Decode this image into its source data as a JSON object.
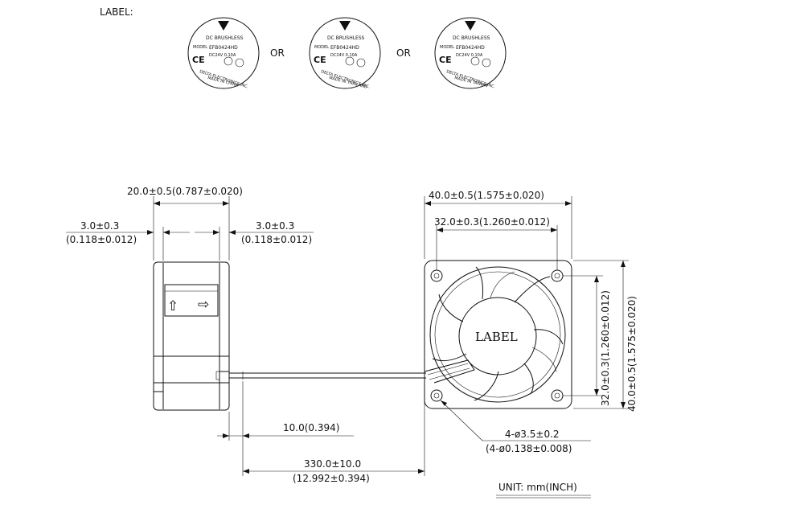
{
  "header": {
    "label_title": "LABEL:"
  },
  "labels": {
    "or_text": "OR",
    "variants": [
      {
        "line1": "DC BRUSHLESS",
        "model_tag": "MODEL",
        "model": "EFB0424HD",
        "rating": "DC24V  0.10A",
        "maker1": "DELTA ELECTRONICS,INC.",
        "maker2": "MADE IN CHINA"
      },
      {
        "line1": "DC BRUSHLESS",
        "model_tag": "MODEL",
        "model": "EFB0424HD",
        "rating": "DC24V  0.10A",
        "maker1": "DELTA ELECTRONICS,INC.",
        "maker2": "MADE IN THAILAND"
      },
      {
        "line1": "DC BRUSHLESS",
        "model_tag": "MODEL",
        "model": "EFB0424HD",
        "rating": "DC24V  0.10A",
        "maker1": "DELTA ELECTRONICS,INC.",
        "maker2": "MADE IN TAIWAN"
      }
    ]
  },
  "side_view": {
    "width_mm": "20.0±0.5(0.787±0.020)",
    "left_flange": {
      "mm": "3.0±0.3",
      "inch": "(0.118±0.012)"
    },
    "right_flange": {
      "mm": "3.0±0.3",
      "inch": "(0.118±0.012)"
    },
    "up_arrow": "⇧",
    "right_arrow": "⇨"
  },
  "front_view": {
    "width_mm": "40.0±0.5(1.575±0.020)",
    "hole_spacing_h": "32.0±0.3(1.260±0.012)",
    "hole_spacing_v": "32.0±0.3(1.260±0.012)",
    "height_mm": "40.0±0.5(1.575±0.020)",
    "hub_label": "LABEL",
    "holes": {
      "mm": "4-ø3.5±0.2",
      "inch": "(4-ø0.138±0.008)"
    }
  },
  "leads": {
    "strip": "10.0(0.394)",
    "length_mm": "330.0±10.0",
    "length_inch": "(12.992±0.394)"
  },
  "footer": {
    "unit": "UNIT:  mm(INCH)"
  }
}
